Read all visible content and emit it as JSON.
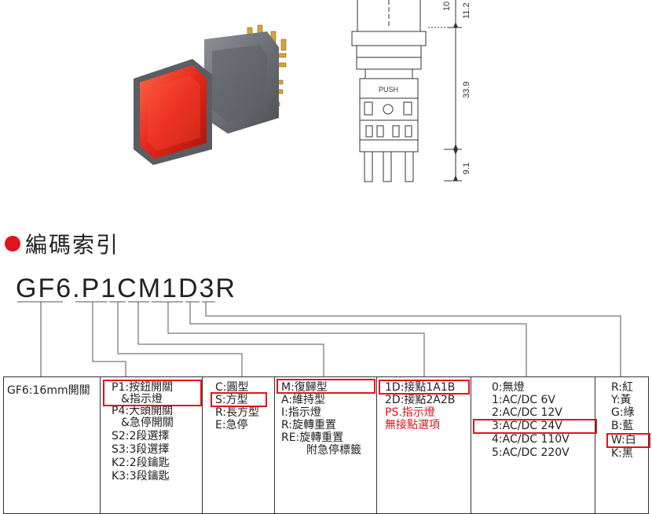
{
  "drawing": {
    "dimensions": [
      "10",
      "11.2",
      "33.9",
      "9.1"
    ],
    "push_label": "PUSH"
  },
  "heading": "編碼索引",
  "code": "GF6.P1CM1D3R",
  "table": {
    "col1": [
      "GF6:16mm開關"
    ],
    "col2": [
      "P1:按鈕開關",
      "&指示燈",
      "P4:大頭開關",
      "&急停開關",
      "S2:2段選擇",
      "S3:3段選擇",
      "K2:2段鑰匙",
      "K3:3段鑰匙"
    ],
    "col3": [
      "C:圓型",
      "S:方型",
      "R:長方型",
      "E:急停"
    ],
    "col4": [
      "M:復歸型",
      "A:維持型",
      "I:指示燈",
      "R:旋轉重置",
      "RE:旋轉重置",
      "附急停標籤"
    ],
    "col5": [
      "1D:接點1A1B",
      "2D:接點2A2B",
      "PS.指示燈",
      "無接點選項"
    ],
    "col6": [
      "0:無燈",
      "1:AC/DC 6V",
      "2:AC/DC 12V",
      "3:AC/DC 24V",
      "4:AC/DC 110V",
      "5:AC/DC 220V"
    ],
    "col7": [
      "R:紅",
      "Y:黃",
      "G:綠",
      "B:藍",
      "W:白",
      "K:黑"
    ]
  },
  "colors": {
    "accent": "#e0141e",
    "button_red": "#d8261c",
    "housing_gray": "#6b6e73"
  }
}
